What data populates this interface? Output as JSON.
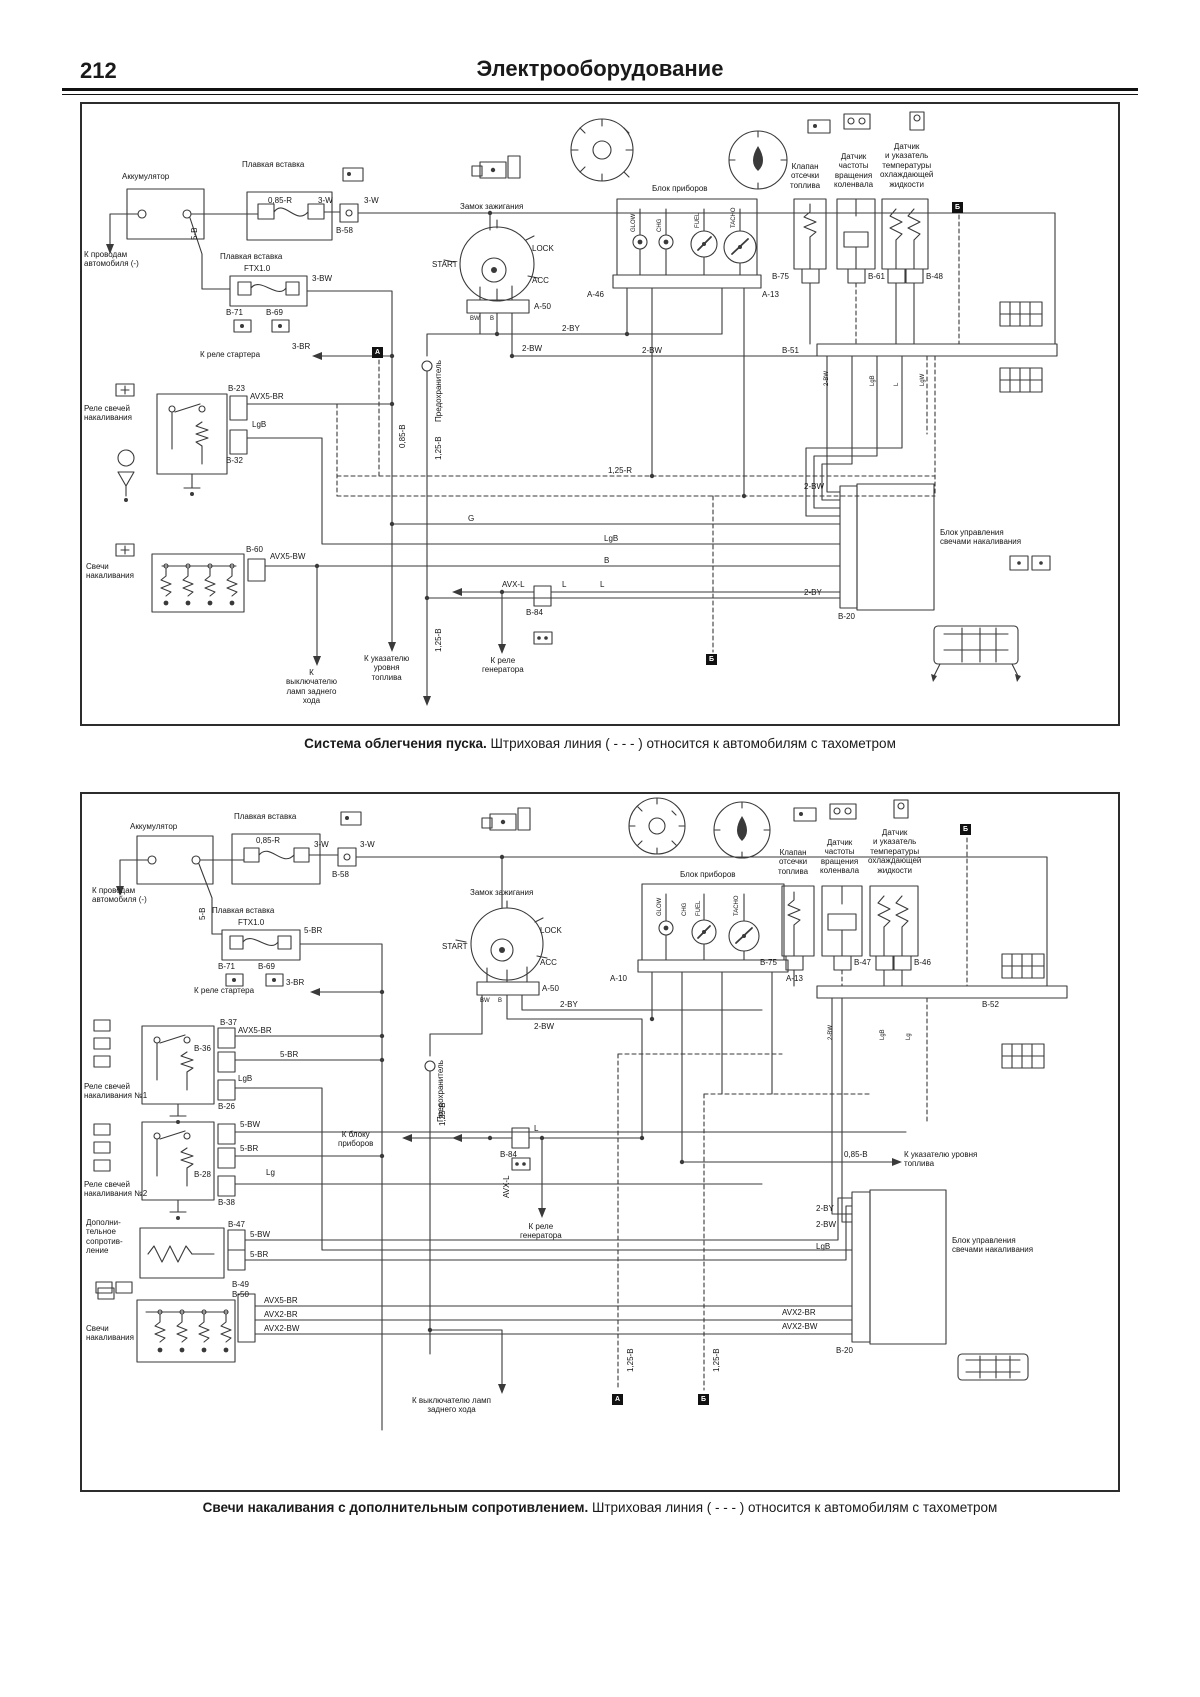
{
  "page": {
    "number": "212",
    "title": "Электрооборудование"
  },
  "captions": {
    "c1_bold": "Система облегчения пуска.",
    "c1_rest": " Штриховая линия ( - - - ) относится к автомобилям с тахометром",
    "c2_bold": "Свечи накаливания с дополнительным сопротивлением.",
    "c2_rest": " Штриховая линия ( - - - ) относится к автомобилям с тахометром"
  },
  "d1": {
    "battery": "Аккумулятор",
    "to_car": "К проводам\nавтомобиля (-)",
    "fus1_t": "Плавкая вставка",
    "fus1_v": "0,85-R",
    "w3_l": "3-W",
    "w3_r": "3-W",
    "b58": "B-58",
    "fus2_t": "Плавкая вставка",
    "fus2_v": "FTX1.0",
    "w3bw": "3-BW",
    "b71": "B-71",
    "b69": "B-69",
    "starter": "К реле стартера",
    "w3br": "3-BR",
    "w5b": "5-B",
    "relay_t": "Реле свечей\nнакаливания",
    "b23": "B-23",
    "avx5br": "AVX5-BR",
    "lgb_pin": "LgB",
    "b32": "B-32",
    "plugs_t": "Свечи\nнакаливания",
    "b60": "B-60",
    "avx5bw": "AVX5-BW",
    "ign_t": "Замок зажигания",
    "lock": "LOCK",
    "start": "START",
    "acc": "ACC",
    "a50": "A-50",
    "ign_bw": "BW",
    "ign_b": "B",
    "cluster_t": "Блок приборов",
    "a46": "A-46",
    "a13": "A-13",
    "g_glow": "GLOW",
    "g_chg": "CHG",
    "g_fuel": "FUEL",
    "g_tacho": "TACHO",
    "fuse_v": "Предохранитель",
    "w2by": "2-BY",
    "w2bw_a": "2-BW",
    "w2bw_b": "2-BW",
    "w2bw_d": "2-BW",
    "w2by_e": "2-BY",
    "w085b": "0,85-B",
    "w125b_a": "1,25-B",
    "w125b_b": "1,25-B",
    "w125r": "1,25-R",
    "g": "G",
    "lgb_bus": "LgB",
    "b_bus": "B",
    "avxl": "AVX-L",
    "l_a": "L",
    "l_b": "L",
    "b84": "B-84",
    "fuel_t": "К указателю\nуровня\nтоплива",
    "gen_t": "К реле\nгенератора",
    "rev_t": "К\nвыключателю\nламп заднего\nхода",
    "valve_t": "Клапан\nотсечки\nтоплива",
    "crank_t": "Датчик\nчастоты\nвращения\nколенвала",
    "temp_t": "Датчик\nи указатель\nтемпературы\nохлаждающей\nжидкости",
    "b75": "B-75",
    "b61": "B-61",
    "b48": "B-48",
    "b51": "B-51",
    "r1": "2-BW",
    "r2": "LgB",
    "r3": "L",
    "r4": "LgW",
    "ecu_t": "Блок управления\nсвечами накаливания",
    "b20": "B-20",
    "m1": "А",
    "m2": "Б",
    "m3": "Б"
  },
  "d2": {
    "battery": "Аккумулятор",
    "to_car": "К проводам\nавтомобиля (-)",
    "fus1_t": "Плавкая вставка",
    "fus1_v": "0,85-R",
    "w3_l": "3-W",
    "w3_r": "3-W",
    "b58": "B-58",
    "w5b": "5-B",
    "fus2_t": "Плавкая вставка",
    "fus2_v": "FTX1.0",
    "w5br": "5-BR",
    "b71": "B-71",
    "b69": "B-69",
    "starter": "К реле стартера",
    "w3br": "3-BR",
    "r1_t": "Реле свечей\nнакаливания №1",
    "b37": "B-37",
    "avx5br": "AVX5-BR",
    "b36": "B-36",
    "w5br_b": "5-BR",
    "lgb_pin": "LgB",
    "b26": "B-26",
    "r2_t": "Реле свечей\nнакаливания №2",
    "w5bw": "5-BW",
    "w5br_c": "5-BR",
    "b28": "B-28",
    "lg": "Lg",
    "b38": "B-38",
    "res_t": "Дополни-\nтельное\nсопротив-\nление",
    "b47": "B-47",
    "w5bw_b": "5-BW",
    "w5br_d": "5-BR",
    "plugs_t": "Свечи\nнакаливания",
    "b49": "B-49",
    "b50": "B-50",
    "avx5br_b": "AVX5-BR",
    "avx2br": "AVX2-BR",
    "avx2bw": "AVX2-BW",
    "ign_t": "Замок зажигания",
    "lock": "LOCK",
    "start": "START",
    "acc": "ACC",
    "a50": "A-50",
    "ign_bw": "BW",
    "ign_b": "B",
    "cluster_t": "Блок приборов",
    "a10": "A-10",
    "a13": "A-13",
    "g_glow": "GLOW",
    "g_chg": "CHG",
    "g_fuel": "FUEL",
    "g_tacho": "TACHO",
    "fuse_v": "Предохранитель",
    "w2by": "2-BY",
    "w2bw_a": "2-BW",
    "w125b_a": "1,25-B",
    "w125b_b": "1,25-B",
    "w125b_c": "1,25-B",
    "to_cluster": "К блоку\nприборов",
    "l_a": "L",
    "avxl": "AVX-L",
    "b84": "B-84",
    "gen_t": "К реле\nгенератора",
    "w085b": "0,85-B",
    "fuel_t": "К указателю уровня\nтоплива",
    "ecu_t": "Блок управления\nсвечами накаливания",
    "b20": "B-20",
    "w2by_e": "2-BY",
    "w2bw_e": "2-BW",
    "lgb_e": "LgB",
    "avx2br_e": "AVX2-BR",
    "avx2bw_e": "AVX2-BW",
    "rev_t": "К выключателю ламп\nзаднего хода",
    "m_a": "А",
    "m_b": "Б",
    "m_top": "Б",
    "valve_t": "Клапан\nотсечки\nтоплива",
    "crank_t": "Датчик\nчастоты\nвращения\nколенвала",
    "temp_t": "Датчик\nи указатель\nтемпературы\nохлаждающей\nжидкости",
    "b75": "B-75",
    "b47s": "B-47",
    "b46": "B-46",
    "b52": "B-52",
    "r1": "2-BW",
    "r2": "LgB",
    "r3": "Lg"
  }
}
